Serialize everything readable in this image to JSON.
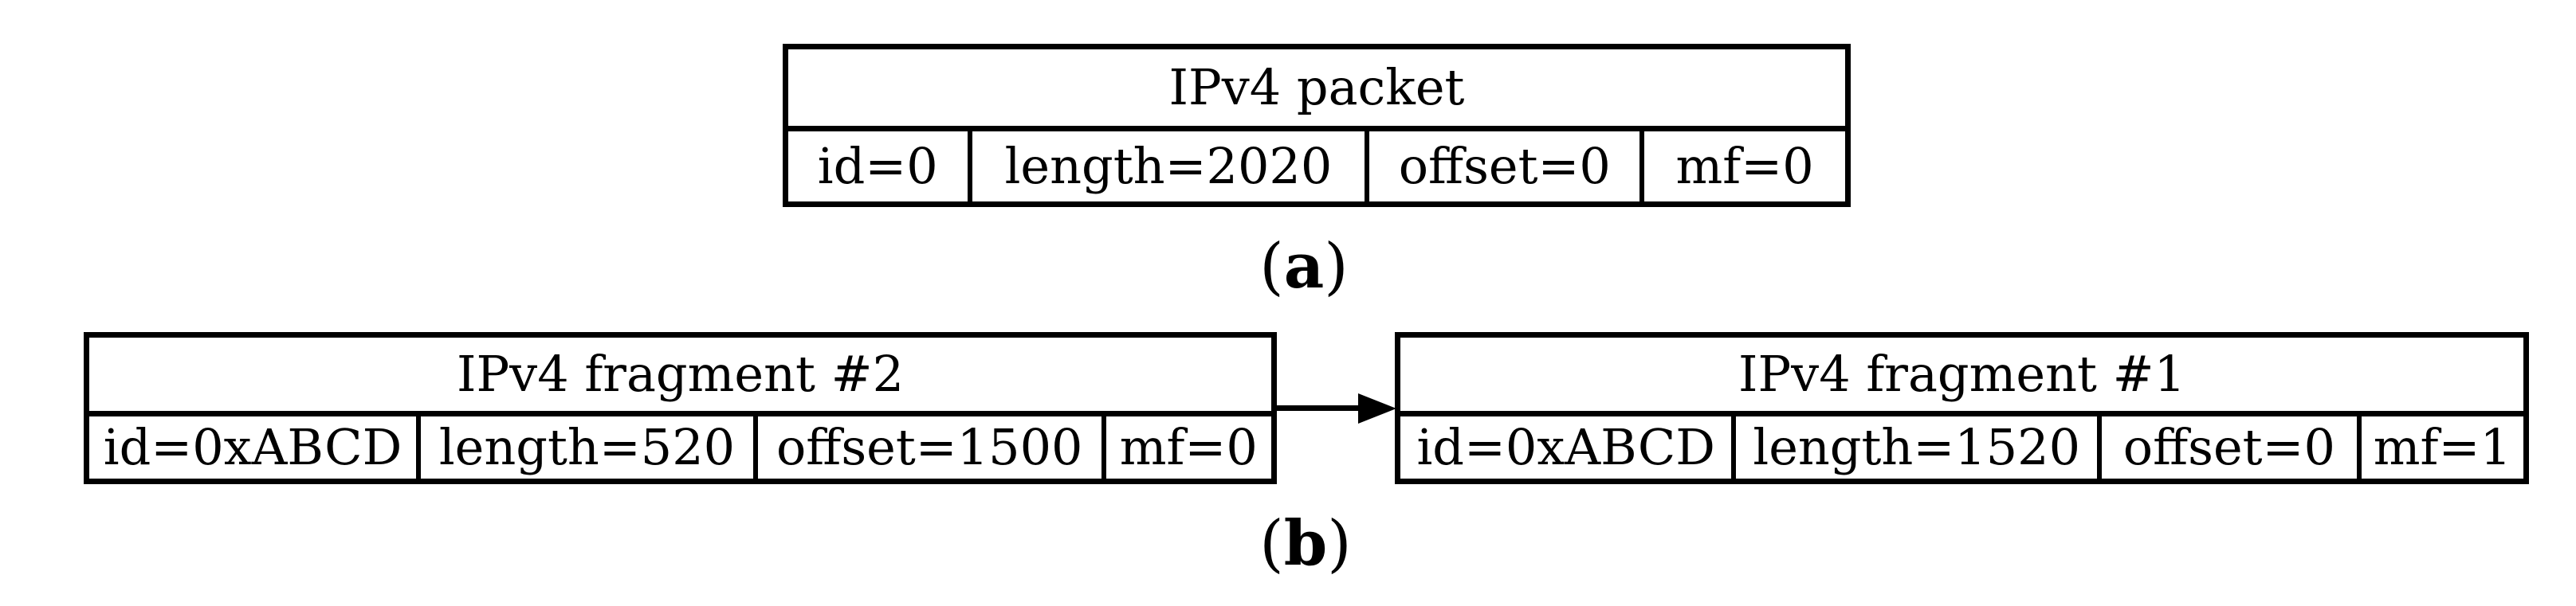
{
  "figure": {
    "background": "#ffffff",
    "line_color": "#000000",
    "panel_a": {
      "label": {
        "open": "(",
        "letter": "a",
        "close": ")"
      },
      "packet": {
        "title": "IPv4 packet",
        "fields": [
          "id=0",
          "length=2020",
          "offset=0",
          "mf=0"
        ]
      }
    },
    "panel_b": {
      "label": {
        "open": "(",
        "letter": "b",
        "close": ")"
      },
      "fragment_2": {
        "title": "IPv4 fragment #2",
        "fields": [
          "id=0xABCD",
          "length=520",
          "offset=1500",
          "mf=0"
        ]
      },
      "fragment_1": {
        "title": "IPv4 fragment #1",
        "fields": [
          "id=0xABCD",
          "length=1520",
          "offset=0",
          "mf=1"
        ]
      }
    }
  }
}
